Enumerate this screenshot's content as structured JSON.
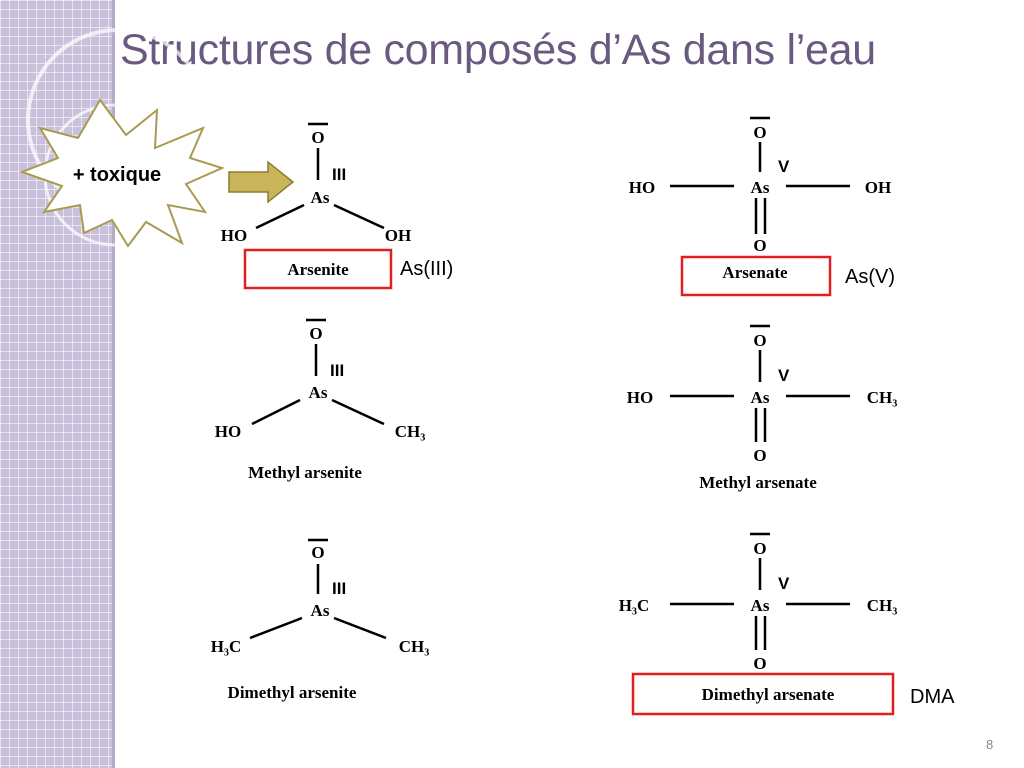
{
  "slide": {
    "title": "Structures de composés d’As dans l’eau",
    "page_number": "8",
    "colors": {
      "title": "#6a5a80",
      "sidebar": "#c9c1dc",
      "highlight_box": "#e02020",
      "burst_stroke": "#a89a50",
      "arrow_fill": "#c9b45a"
    }
  },
  "callout": {
    "text": "+ toxique",
    "icon": "starburst-icon",
    "arrow_icon": "arrow-right-icon"
  },
  "labels": {
    "as3": "As(III)",
    "as5": "As(V)",
    "dma": "DMA"
  },
  "molecules": {
    "arsenite": {
      "top": "O",
      "center": "As",
      "ox": "III",
      "left": "HO",
      "right": "OH",
      "name": "Arsenite"
    },
    "arsenate": {
      "top": "O",
      "bottom": "O",
      "center": "As",
      "ox": "V",
      "left": "HO",
      "right": "OH",
      "name": "Arsenate"
    },
    "methyl_arsenite": {
      "top": "O",
      "center": "As",
      "ox": "III",
      "left": "HO",
      "right": "CH₃",
      "name": "Methyl arsenite"
    },
    "methyl_arsenate": {
      "top": "O",
      "bottom": "O",
      "center": "As",
      "ox": "V",
      "left": "HO",
      "right": "CH₃",
      "name": "Methyl arsenate"
    },
    "dimethyl_arsenite": {
      "top": "O",
      "center": "As",
      "ox": "III",
      "left": "H₃C",
      "right": "CH₃",
      "name": "Dimethyl arsenite"
    },
    "dimethyl_arsenate": {
      "top": "O",
      "bottom": "O",
      "center": "As",
      "ox": "V",
      "left": "H₃C",
      "right": "CH₃",
      "name": "Dimethyl arsenate"
    }
  }
}
